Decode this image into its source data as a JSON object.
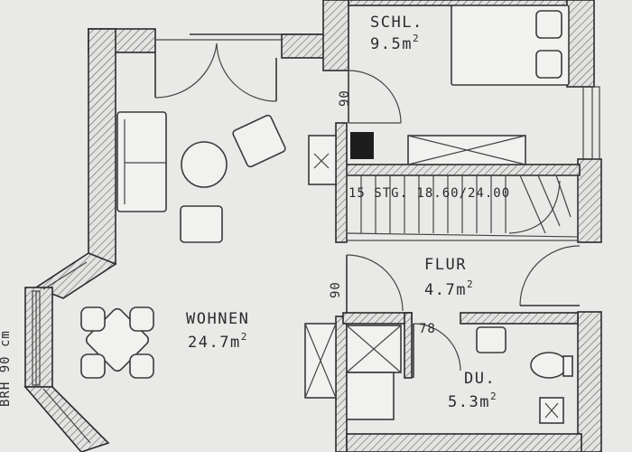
{
  "rooms": {
    "schl": {
      "name": "SCHL.",
      "area": "9.5m",
      "unit": "2"
    },
    "wohnen": {
      "name": "WOHNEN",
      "area": "24.7m",
      "unit": "2"
    },
    "flur": {
      "name": "FLUR",
      "area": "4.7m",
      "unit": "2"
    },
    "du": {
      "name": "DU.",
      "area": "5.3m",
      "unit": "2"
    }
  },
  "dimensions": {
    "door_top": "90",
    "door_mid": "90",
    "door_bath": "78"
  },
  "stairs": {
    "label": "15 STG. 18.60/24.00"
  },
  "margin_note": "BRH 90 cm"
}
